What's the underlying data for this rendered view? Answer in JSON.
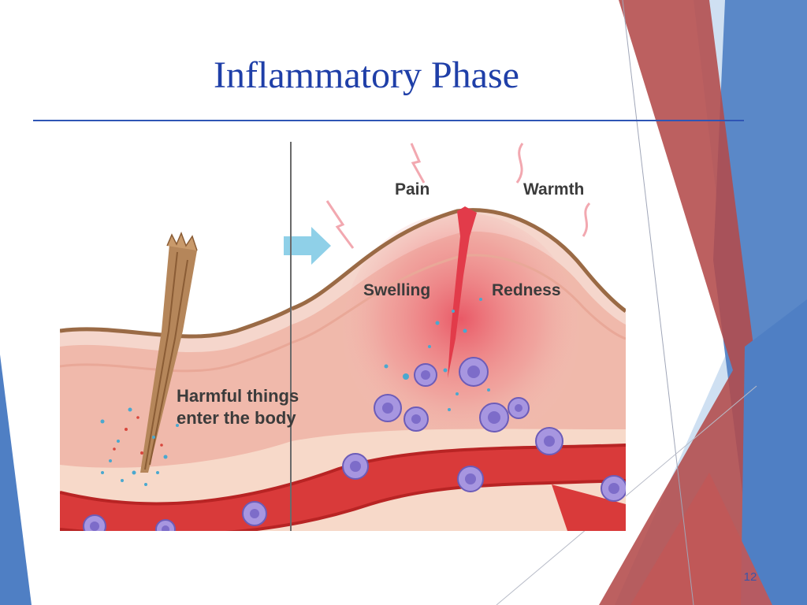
{
  "slide": {
    "title": "Inflammatory Phase",
    "page_number": "12"
  },
  "illustration": {
    "left_label_line1": "Harmful things",
    "left_label_line2": "enter the body",
    "label_pain": "Pain",
    "label_warmth": "Warmth",
    "label_swelling": "Swelling",
    "label_redness": "Redness"
  },
  "colors": {
    "title": "#1f3fa8",
    "rule": "#2f55b5",
    "deco_red": "#b34a4a",
    "deco_blue": "#4f7fc4",
    "deco_light_blue": "#bcd4ec",
    "skin": "#f3c7bb",
    "vessel": "#d93a3a",
    "cell": "#9a8ad8"
  }
}
